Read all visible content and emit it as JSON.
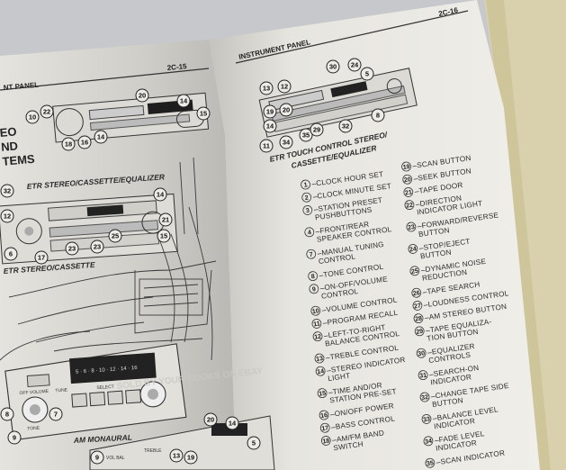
{
  "left_page": {
    "section_header": "NT PANEL",
    "page_number": "2C-15",
    "partial_title": [
      "EO",
      "ND",
      "TEMS"
    ],
    "caption_top": "ETR STEREO/CASSETTE/EQUALIZER",
    "caption_middle": "ETR STEREO/CASSETTE",
    "caption_bottom": "AM MONAURAL",
    "knob_labels": {
      "off_volume": "OFF VOLUME",
      "tone": "TONE",
      "tune": "TUNE",
      "select": "SELECT",
      "vol_bal": "VOL BAL",
      "treble": "TREBLE"
    },
    "display_readout": "5 · 6 · 8 · 10 · 12 · 14 · 16",
    "watermark": "SOLD BY YOUR-BOOKS ON EBAY"
  },
  "right_page": {
    "page_number": "2C-16",
    "section_header": "INSTRUMENT PANEL",
    "caption": [
      "ETR TOUCH CONTROL STEREO/",
      "CASSETTE/EQUALIZER"
    ],
    "legend_left": [
      {
        "n": "1",
        "text": [
          "CLOCK HOUR SET"
        ]
      },
      {
        "n": "2",
        "text": [
          "CLOCK MINUTE SET"
        ]
      },
      {
        "n": "3",
        "text": [
          "STATION PRESET",
          "PUSHBUTTONS"
        ]
      },
      {
        "n": "4",
        "text": [
          "FRONT/REAR",
          "SPEAKER CONTROL"
        ]
      },
      {
        "n": "7",
        "text": [
          "MANUAL TUNING",
          "CONTROL"
        ]
      },
      {
        "n": "8",
        "text": [
          "TONE CONTROL"
        ]
      },
      {
        "n": "9",
        "text": [
          "ON-OFF/VOLUME",
          "CONTROL"
        ]
      },
      {
        "n": "10",
        "text": [
          "VOLUME CONTROL"
        ]
      },
      {
        "n": "11",
        "text": [
          "PROGRAM RECALL"
        ]
      },
      {
        "n": "12",
        "text": [
          "LEFT-TO-RIGHT",
          "BALANCE CONTROL"
        ]
      },
      {
        "n": "13",
        "text": [
          "TREBLE CONTROL"
        ]
      },
      {
        "n": "14",
        "text": [
          "STEREO INDICATOR",
          "LIGHT"
        ]
      },
      {
        "n": "15",
        "text": [
          "TIME AND/OR",
          "STATION PRE-SET"
        ]
      },
      {
        "n": "16",
        "text": [
          "ON/OFF POWER"
        ]
      },
      {
        "n": "17",
        "text": [
          "BASS CONTROL"
        ]
      },
      {
        "n": "18",
        "text": [
          "AM/FM BAND",
          "SWITCH"
        ]
      }
    ],
    "legend_right": [
      {
        "n": "19",
        "text": [
          "SCAN BUTTON"
        ]
      },
      {
        "n": "20",
        "text": [
          "SEEK BUTTON"
        ]
      },
      {
        "n": "21",
        "text": [
          "TAPE DOOR"
        ]
      },
      {
        "n": "22",
        "text": [
          "DIRECTION",
          "INDICATOR LIGHT"
        ]
      },
      {
        "n": "23",
        "text": [
          "FORWARD/REVERSE",
          "BUTTON"
        ]
      },
      {
        "n": "24",
        "text": [
          "STOP/EJECT",
          "BUTTON"
        ]
      },
      {
        "n": "25",
        "text": [
          "DYNAMIC NOISE",
          "REDUCTION"
        ]
      },
      {
        "n": "26",
        "text": [
          "TAPE SEARCH"
        ]
      },
      {
        "n": "27",
        "text": [
          "LOUDNESS CONTROL"
        ]
      },
      {
        "n": "28",
        "text": [
          "AM STEREO BUTTON"
        ]
      },
      {
        "n": "29",
        "text": [
          "TAPE EQUALIZA-",
          "TION BUTTON"
        ]
      },
      {
        "n": "30",
        "text": [
          "EQUALIZER",
          "CONTROLS"
        ]
      },
      {
        "n": "31",
        "text": [
          "SEARCH-ON",
          "INDICATOR"
        ]
      },
      {
        "n": "32",
        "text": [
          "CHANGE TAPE SIDE",
          "BUTTON"
        ]
      },
      {
        "n": "33",
        "text": [
          "BALANCE LEVEL",
          "INDICATOR"
        ]
      },
      {
        "n": "34",
        "text": [
          "FADE LEVEL",
          "INDICATOR"
        ]
      },
      {
        "n": "35",
        "text": [
          "SCAN INDICATOR"
        ]
      }
    ]
  },
  "colors": {
    "background": "#c9c9cc",
    "page_left": "#e8e7e2",
    "page_right": "#edece6",
    "ink": "#2a2a2a",
    "page_edge": "#d8cfa8"
  }
}
